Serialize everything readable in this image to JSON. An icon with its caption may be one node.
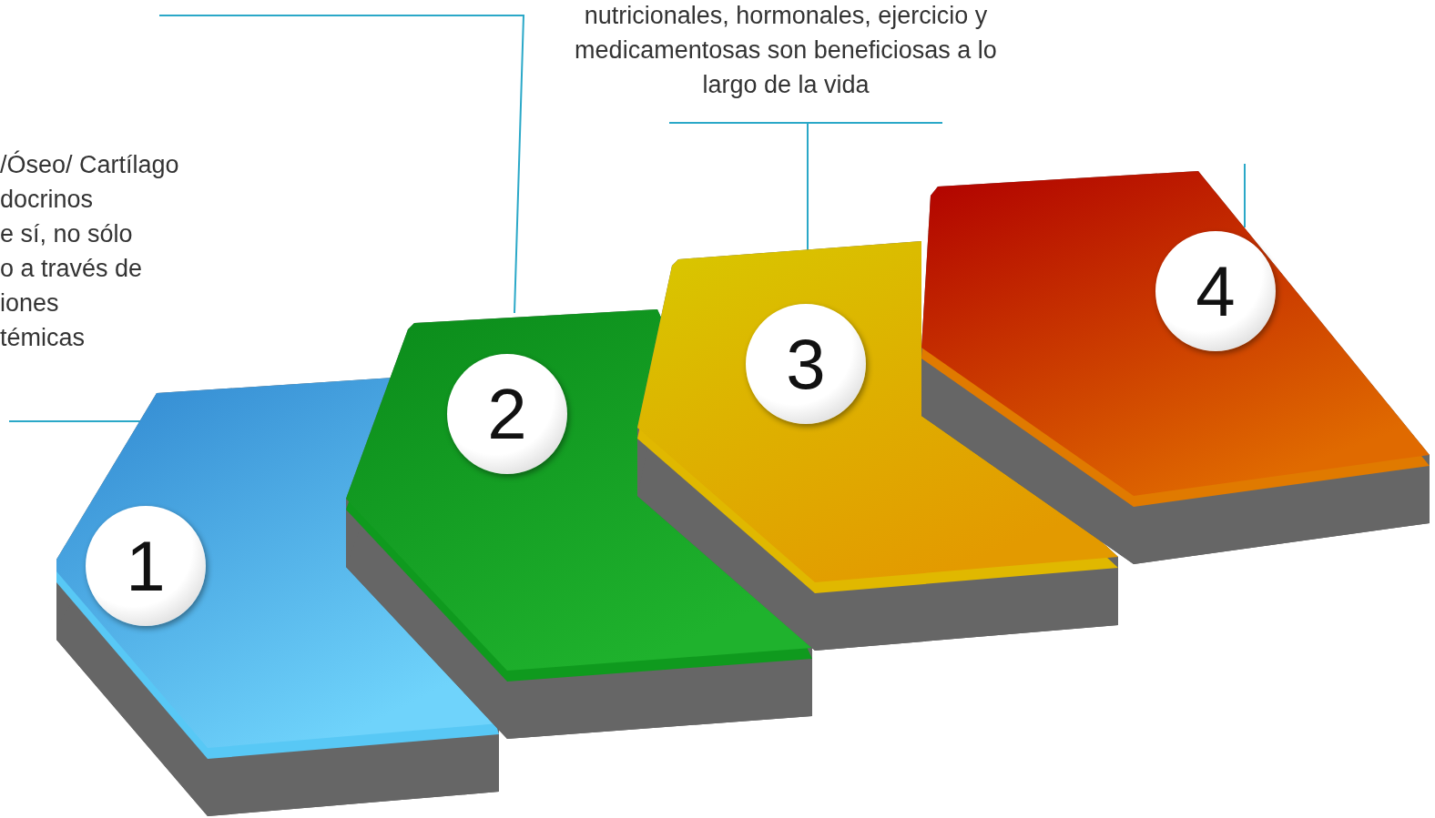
{
  "diagram": {
    "nodes": [
      {
        "text": [
          "nutricionales, hormonales, ejercicio y medicamentosas son beneficiosas a lo largo de la vida"
        ]
      },
      {
        "text": [
          "1"
        ]
      },
      {
        "text": [
          "2"
        ]
      },
      {
        "text": [
          "3"
        ]
      },
      {
        "text": [
          "4"
        ]
      }
    ],
    "edges": [
      {
        "from": null,
        "to": 2,
        "arrow": "none"
      },
      {
        "from": 0,
        "to": 3,
        "arrow": "none"
      },
      {
        "from": null,
        "to": 1,
        "arrow": "none"
      },
      {
        "from": null,
        "to": 4,
        "arrow": "none"
      }
    ],
    "labels": [
      "/Óseo/ Cartílago",
      "docrinos",
      "e sí, no sólo",
      "o a través de",
      "iones",
      "témicas"
    ]
  }
}
